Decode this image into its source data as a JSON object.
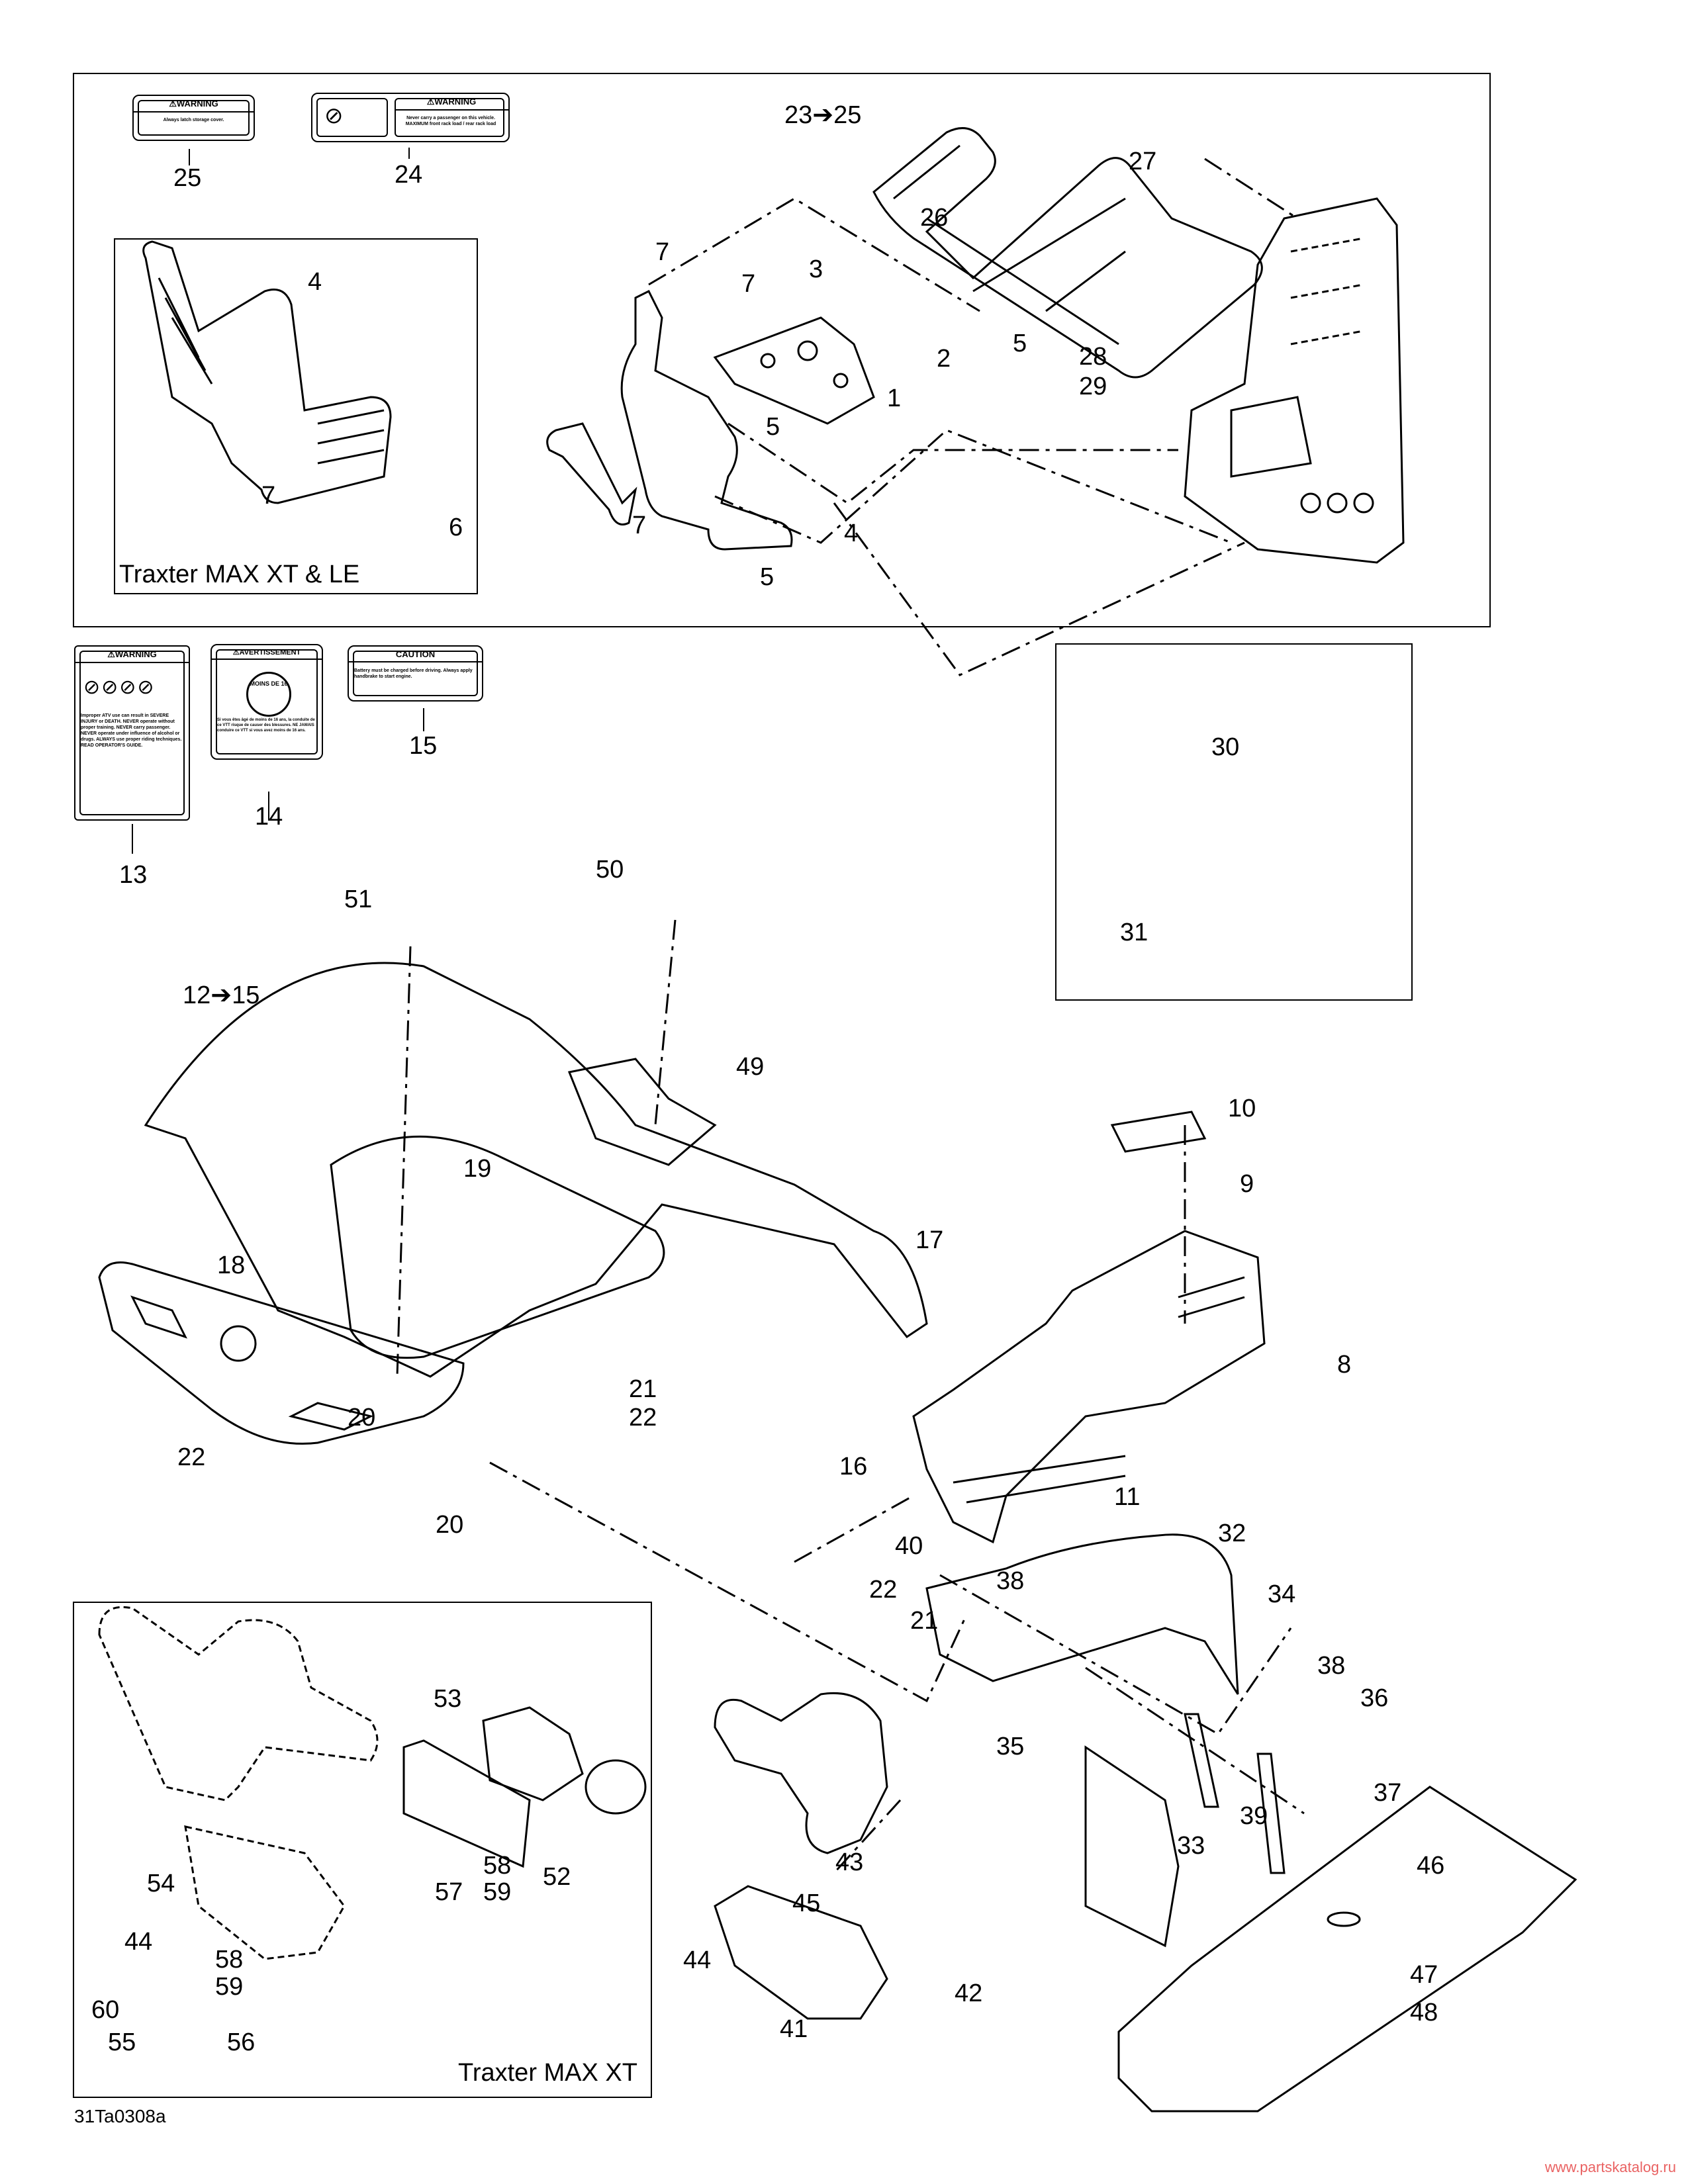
{
  "diagram": {
    "drawing_code": "31Ta0308a",
    "watermark": "www.partskatalog.ru",
    "insets": {
      "max_xt_le": "Traxter MAX XT & LE",
      "max_xt": "Traxter MAX XT"
    },
    "decals": {
      "d25": {
        "title": "WARNING",
        "text": "Always latch storage cover."
      },
      "d24": {
        "title": "WARNING",
        "text": "Never carry a passenger on this vehicle. MAXIMUM front rack load / rear rack load"
      },
      "d13": {
        "title": "WARNING",
        "text": "Improper ATV use can result in SEVERE INJURY or DEATH. NEVER operate without proper training. NEVER carry passenger. NEVER operate under influence of alcohol or drugs. ALWAYS use proper riding techniques. READ OPERATOR'S GUIDE."
      },
      "d14": {
        "title": "AVERTISSEMENT",
        "badge": "MOINS DE 16",
        "text": "Si vous êtes âgé de moins de 16 ans, la conduite de ce VTT risque de causer des blessures. NE JAMAIS conduire ce VTT si vous avez moins de 16 ans."
      },
      "d15": {
        "title": "CAUTION",
        "text": "Battery must be charged before driving. Always apply handbrake to start engine."
      }
    },
    "callouts": [
      {
        "id": "c25",
        "text": "25"
      },
      {
        "id": "c24",
        "text": "24"
      },
      {
        "id": "c23_25",
        "text": "23➔25"
      },
      {
        "id": "c27",
        "text": "27"
      },
      {
        "id": "c26",
        "text": "26"
      },
      {
        "id": "c7a",
        "text": "7"
      },
      {
        "id": "c7b",
        "text": "7"
      },
      {
        "id": "c3",
        "text": "3"
      },
      {
        "id": "c2",
        "text": "2"
      },
      {
        "id": "c1",
        "text": "1"
      },
      {
        "id": "c5a",
        "text": "5"
      },
      {
        "id": "c5b",
        "text": "5"
      },
      {
        "id": "c28",
        "text": "28"
      },
      {
        "id": "c29",
        "text": "29"
      },
      {
        "id": "c4a",
        "text": "4"
      },
      {
        "id": "c7c",
        "text": "7"
      },
      {
        "id": "c6",
        "text": "6"
      },
      {
        "id": "c7d",
        "text": "7"
      },
      {
        "id": "c4b",
        "text": "4"
      },
      {
        "id": "c5c",
        "text": "5"
      },
      {
        "id": "c13",
        "text": "13"
      },
      {
        "id": "c14",
        "text": "14"
      },
      {
        "id": "c15",
        "text": "15"
      },
      {
        "id": "c30",
        "text": "30"
      },
      {
        "id": "c31",
        "text": "31"
      },
      {
        "id": "c50",
        "text": "50"
      },
      {
        "id": "c51",
        "text": "51"
      },
      {
        "id": "c12_15",
        "text": "12➔15"
      },
      {
        "id": "c49",
        "text": "49"
      },
      {
        "id": "c10",
        "text": "10"
      },
      {
        "id": "c9",
        "text": "9"
      },
      {
        "id": "c19",
        "text": "19"
      },
      {
        "id": "c17",
        "text": "17"
      },
      {
        "id": "c18",
        "text": "18"
      },
      {
        "id": "c8",
        "text": "8"
      },
      {
        "id": "c20a",
        "text": "20"
      },
      {
        "id": "c21a",
        "text": "21"
      },
      {
        "id": "c22a",
        "text": "22"
      },
      {
        "id": "c22b",
        "text": "22"
      },
      {
        "id": "c16",
        "text": "16"
      },
      {
        "id": "c11",
        "text": "11"
      },
      {
        "id": "c20b",
        "text": "20"
      },
      {
        "id": "c40",
        "text": "40"
      },
      {
        "id": "c32",
        "text": "32"
      },
      {
        "id": "c22c",
        "text": "22"
      },
      {
        "id": "c38a",
        "text": "38"
      },
      {
        "id": "c21b",
        "text": "21"
      },
      {
        "id": "c34",
        "text": "34"
      },
      {
        "id": "c38b",
        "text": "38"
      },
      {
        "id": "c36",
        "text": "36"
      },
      {
        "id": "c35",
        "text": "35"
      },
      {
        "id": "c39",
        "text": "39"
      },
      {
        "id": "c37",
        "text": "37"
      },
      {
        "id": "c33",
        "text": "33"
      },
      {
        "id": "c53",
        "text": "53"
      },
      {
        "id": "c52",
        "text": "52"
      },
      {
        "id": "c58a",
        "text": "58"
      },
      {
        "id": "c57",
        "text": "57"
      },
      {
        "id": "c59a",
        "text": "59"
      },
      {
        "id": "c54",
        "text": "54"
      },
      {
        "id": "c44a",
        "text": "44"
      },
      {
        "id": "c58b",
        "text": "58"
      },
      {
        "id": "c59b",
        "text": "59"
      },
      {
        "id": "c60",
        "text": "60"
      },
      {
        "id": "c55",
        "text": "55"
      },
      {
        "id": "c56",
        "text": "56"
      },
      {
        "id": "c43",
        "text": "43"
      },
      {
        "id": "c45",
        "text": "45"
      },
      {
        "id": "c44b",
        "text": "44"
      },
      {
        "id": "c41",
        "text": "41"
      },
      {
        "id": "c42",
        "text": "42"
      },
      {
        "id": "c46",
        "text": "46"
      },
      {
        "id": "c47",
        "text": "47"
      },
      {
        "id": "c48",
        "text": "48"
      }
    ]
  }
}
